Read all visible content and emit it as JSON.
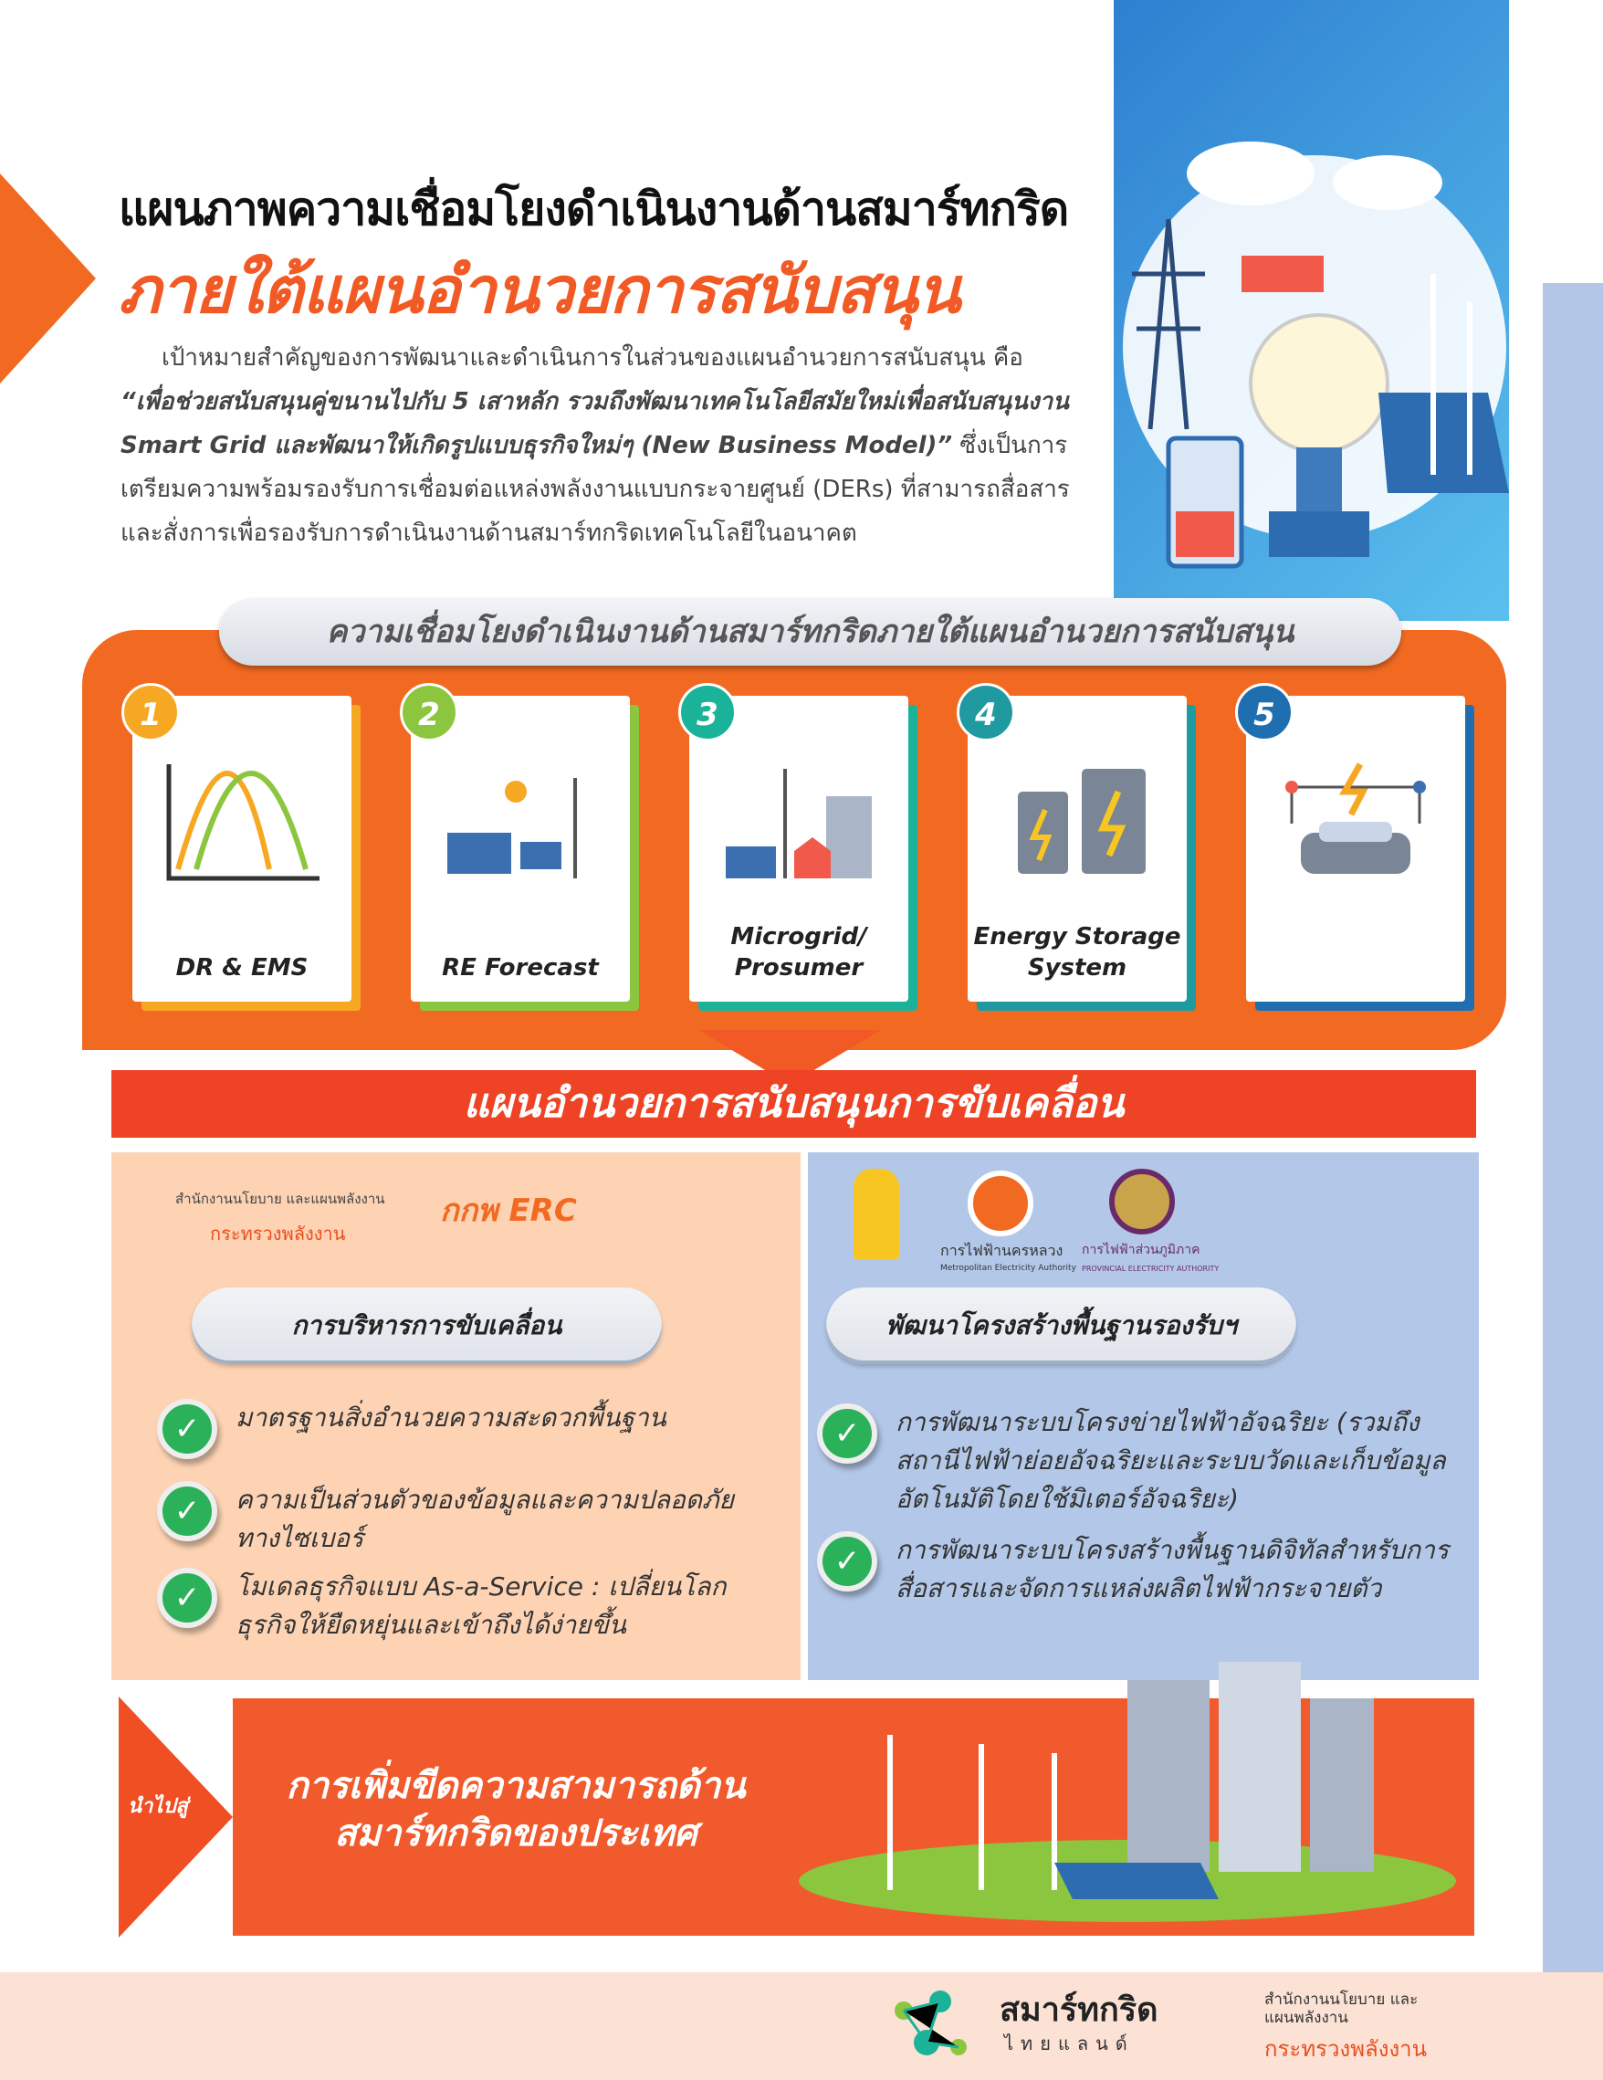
{
  "header": {
    "title_line1": "แผนภาพความเชื่อมโยงดำเนินงานด้านสมาร์ทกริด",
    "title_line2": "ภายใต้แผนอำนวยการสนับสนุน"
  },
  "intro": {
    "lead": "เป้าหมายสำคัญของการพัฒนาและดำเนินการในส่วนของแผนอำนวยการสนับสนุน คือ ",
    "quote": "“เพื่อช่วยสนับสนุนคู่ขนานไปกับ 5 เสาหลัก รวมถึงพัฒนาเทคโนโลยีสมัยใหม่เพื่อสนับสนุนงาน Smart Grid และพัฒนาให้เกิดรูปแบบธุรกิจใหม่ๆ (New Business Model)”",
    "tail": " ซึ่งเป็นการเตรียมความพร้อมรองรับการเชื่อมต่อแหล่งพลังงานแบบกระจายศูนย์ (DERs) ที่สามารถสื่อสารและสั่งการเพื่อรองรับการดำเนินงานด้านสมาร์ทกริดเทคโนโลยีในอนาคต"
  },
  "pillars": {
    "title": "ความเชื่อมโยงดำเนินงานด้านสมาร์ทกริดภายใต้แผนอำนวยการสนับสนุน",
    "items": [
      {
        "num": "1",
        "label": "DR & EMS",
        "color": "#f7a823",
        "icon": "chart-icon"
      },
      {
        "num": "2",
        "label": "RE Forecast",
        "color": "#8cc63f",
        "icon": "solar-wind-icon"
      },
      {
        "num": "3",
        "label": "Microgrid/ Prosumer",
        "color": "#1ab39a",
        "icon": "microgrid-icon"
      },
      {
        "num": "4",
        "label": "Energy Storage System",
        "color": "#1f9aa0",
        "icon": "battery-icon"
      },
      {
        "num": "5",
        "label": "",
        "color": "#1f6fb0",
        "icon": "electric-car-icon"
      }
    ]
  },
  "banner": "แผนอำนวยการสนับสนุนการขับเคลื่อน",
  "left_panel": {
    "logo_eppo": "สำนักงานนโยบาย และแผนพลังงาน",
    "logo_ministry": "กระทรวงพลังงาน",
    "logo_erc": "กกพ ERC",
    "title": "การบริหารการขับเคลื่อน",
    "items": [
      "มาตรฐานสิ่งอำนวยความสะดวกพื้นฐาน",
      "ความเป็นส่วนตัวของข้อมูลและความปลอดภัยทางไซเบอร์",
      "โมเดลธุรกิจแบบ As-a-Service : เปลี่ยนโลกธุรกิจให้ยืดหยุ่นและเข้าถึงได้ง่ายขึ้น"
    ]
  },
  "right_panel": {
    "logo_mea": "การไฟฟ้านครหลวง",
    "logo_mea_en": "Metropolitan Electricity Authority",
    "logo_pea": "การไฟฟ้าส่วนภูมิภาค",
    "logo_pea_en": "PROVINCIAL ELECTRICITY AUTHORITY",
    "title": "พัฒนาโครงสร้างพื้นฐานรองรับฯ",
    "items": [
      "การพัฒนาระบบโครงข่ายไฟฟ้าอัจฉริยะ (รวมถึงสถานีไฟฟ้าย่อยอัจฉริยะและระบบวัดและเก็บข้อมูลอัตโนมัติโดยใช้มิเตอร์อัจฉริยะ)",
      "การพัฒนาระบบโครงสร้างพื้นฐานดิจิทัลสำหรับการสื่อสารและจัดการแหล่งผลิตไฟฟ้ากระจายตัว"
    ]
  },
  "outcome": {
    "lead": "นำไปสู่",
    "text": "การเพิ่มขีดความสามารถด้านสมาร์ทกริดของประเทศ"
  },
  "footer": {
    "brand": "สมาร์ทกริด",
    "brand_sub": "ไทยแลนด์",
    "eppo": "สำนักงานนโยบาย และแผนพลังงาน",
    "ministry": "กระทรวงพลังงาน"
  }
}
